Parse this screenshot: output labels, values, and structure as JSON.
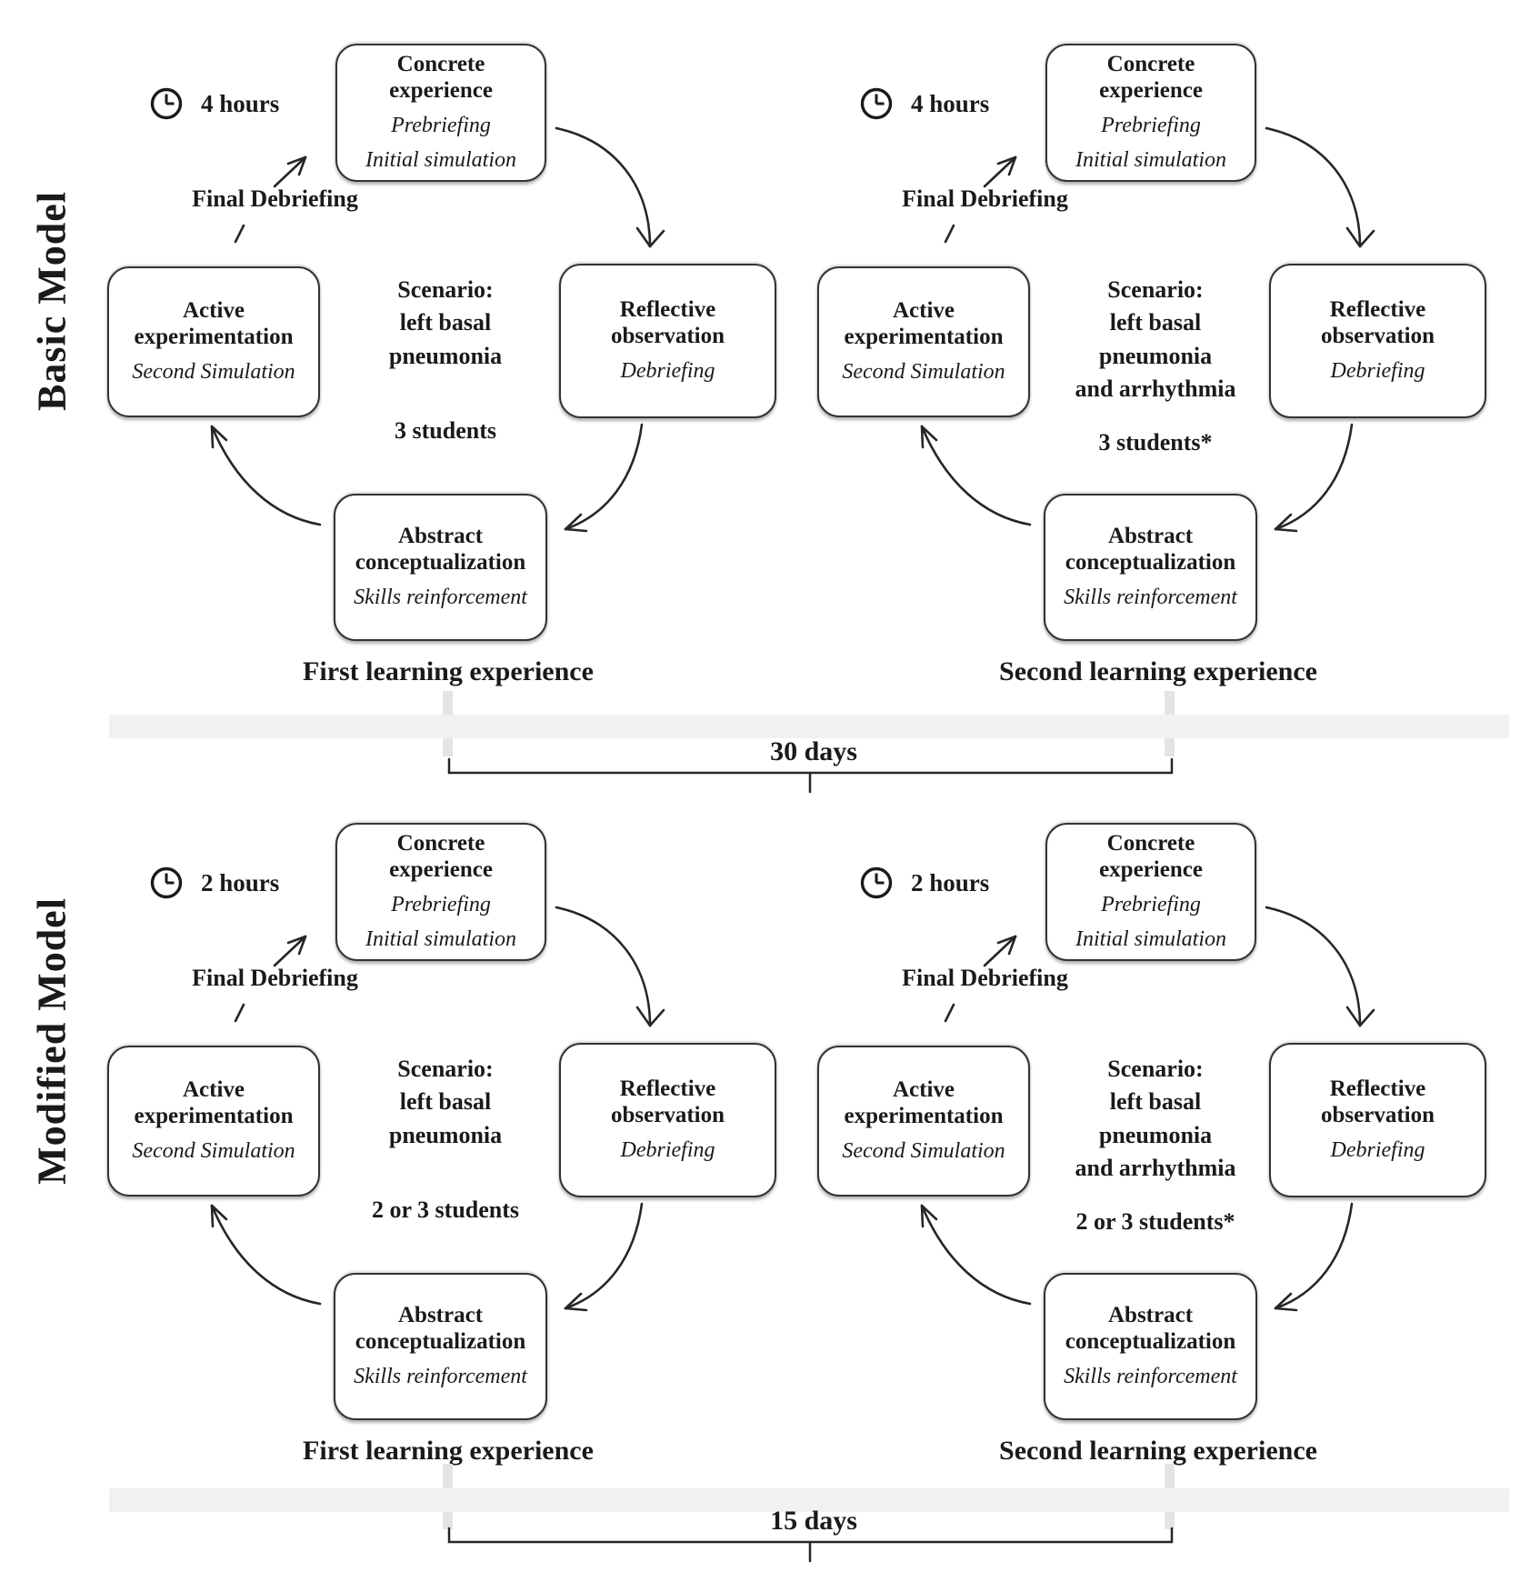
{
  "colors": {
    "ink": "#1a1a1a",
    "box_border": "#333333",
    "timeline_band": "#f1f1f1"
  },
  "icons": {
    "duration": "clock-icon"
  },
  "shared": {
    "final_debriefing": "Final Debriefing",
    "stages": {
      "concrete": {
        "title": "Concrete experience",
        "sub1": "Prebriefing",
        "sub2": "Initial simulation"
      },
      "reflective": {
        "title": "Reflective observation",
        "sub1": "Debriefing"
      },
      "abstract": {
        "title": "Abstract conceptualization",
        "sub1": "Skills reinforcement"
      },
      "active": {
        "title": "Active experimentation",
        "sub1": "Second Simulation"
      }
    }
  },
  "models": [
    {
      "label": "Basic Model",
      "duration": "4 hours",
      "interval": "30 days",
      "cycles": [
        {
          "caption": "First learning experience",
          "scenario": "Scenario:\nleft basal\npneumonia",
          "students": "3 students"
        },
        {
          "caption": "Second learning experience",
          "scenario": "Scenario:\nleft basal\npneumonia\nand arrhythmia",
          "students": "3 students*"
        }
      ]
    },
    {
      "label": "Modified Model",
      "duration": "2 hours",
      "interval": "15 days",
      "cycles": [
        {
          "caption": "First learning experience",
          "scenario": "Scenario:\nleft basal\npneumonia",
          "students": "2 or 3 students"
        },
        {
          "caption": "Second learning experience",
          "scenario": "Scenario:\nleft basal\npneumonia\nand arrhythmia",
          "students": "2 or 3 students*"
        }
      ]
    }
  ]
}
